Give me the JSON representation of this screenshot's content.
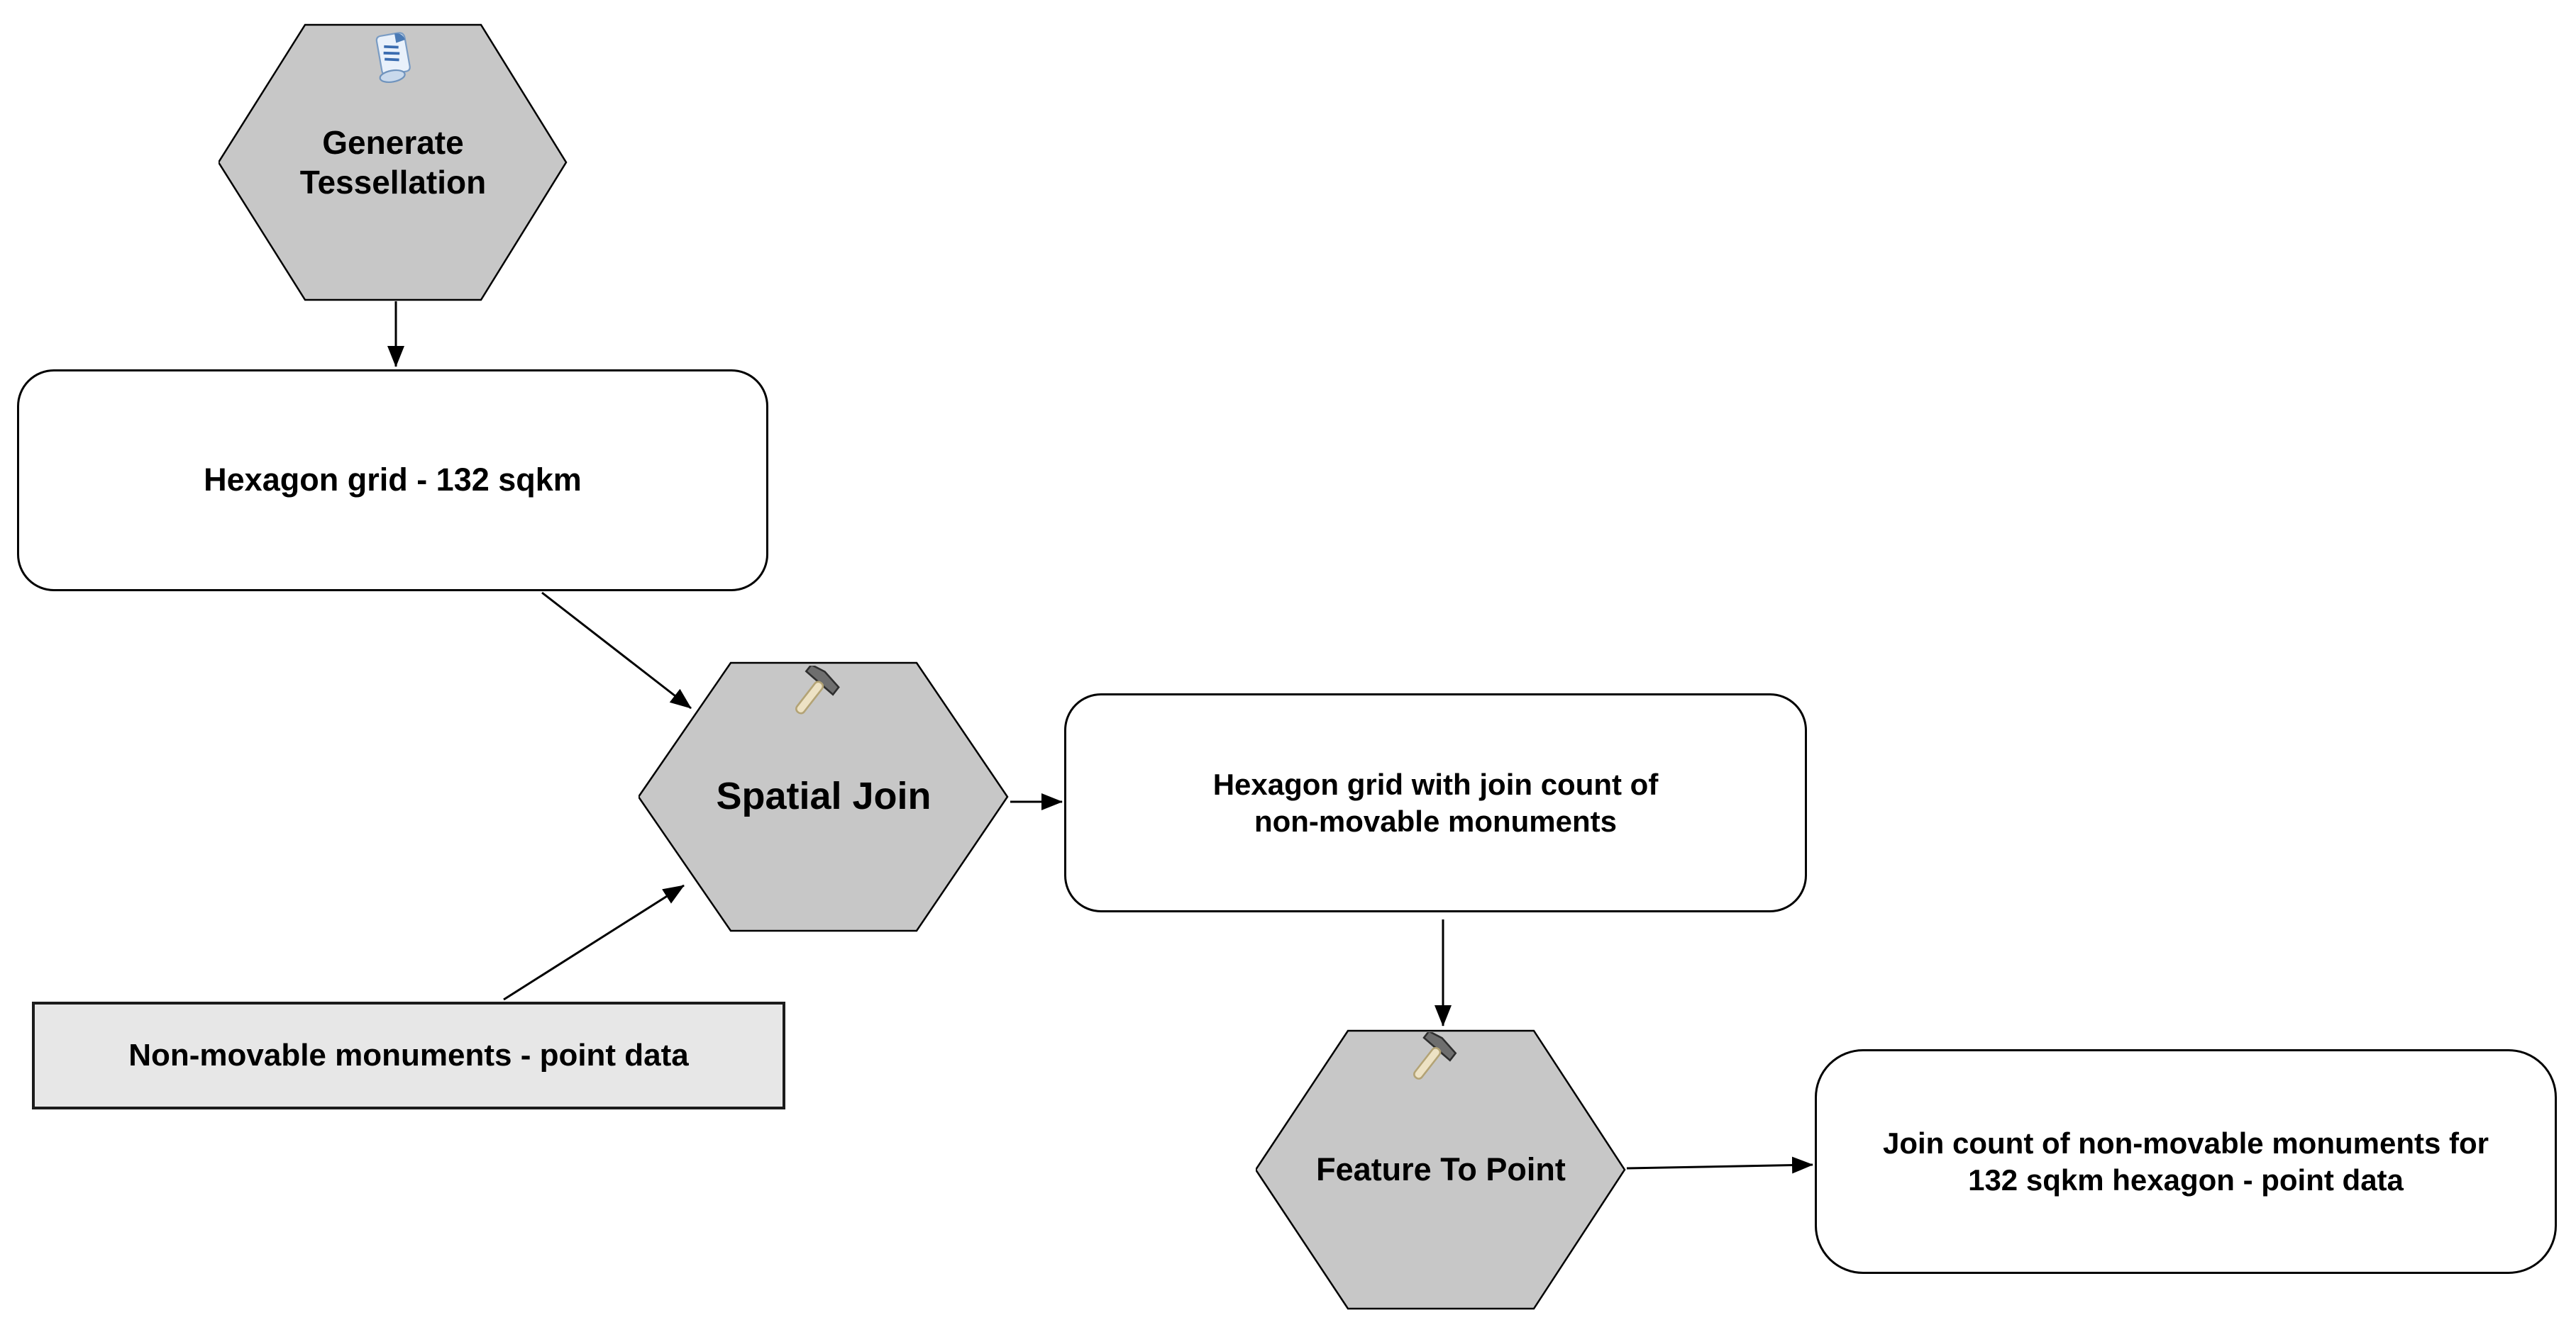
{
  "diagram": {
    "kind": "geoprocessing-model-flowchart",
    "colors": {
      "canvas_bg": "#ffffff",
      "tool_fill": "#c7c7c7",
      "tool_border": "#000000",
      "derived_fill": "#ffffff",
      "derived_border": "#000000",
      "input_fill": "#e7e7e7",
      "input_border": "#1c1c1c",
      "connector_color": "#000000",
      "text_color": "#000000"
    },
    "nodes": {
      "generate_tessellation": {
        "label": "Generate\nTessellation",
        "type": "tool",
        "icon": "script-tool-icon"
      },
      "hexagon_grid": {
        "label": "Hexagon grid - 132 sqkm",
        "type": "derived-data"
      },
      "spatial_join": {
        "label": "Spatial Join",
        "type": "tool",
        "icon": "hammer-tool-icon"
      },
      "non_movable_monuments": {
        "label": "Non-movable monuments - point data",
        "type": "input-data"
      },
      "hexagon_grid_join_count": {
        "label": "Hexagon grid with join count of\nnon-movable monuments",
        "type": "derived-data"
      },
      "feature_to_point": {
        "label": "Feature To Point",
        "type": "tool",
        "icon": "hammer-tool-icon"
      },
      "join_count_points": {
        "label": "Join count of non-movable monuments for\n132 sqkm hexagon - point data",
        "type": "derived-data"
      }
    },
    "connectors": [
      {
        "from": "generate_tessellation",
        "to": "hexagon_grid"
      },
      {
        "from": "hexagon_grid",
        "to": "spatial_join"
      },
      {
        "from": "non_movable_monuments",
        "to": "spatial_join"
      },
      {
        "from": "spatial_join",
        "to": "hexagon_grid_join_count"
      },
      {
        "from": "hexagon_grid_join_count",
        "to": "feature_to_point"
      },
      {
        "from": "feature_to_point",
        "to": "join_count_points"
      }
    ]
  }
}
